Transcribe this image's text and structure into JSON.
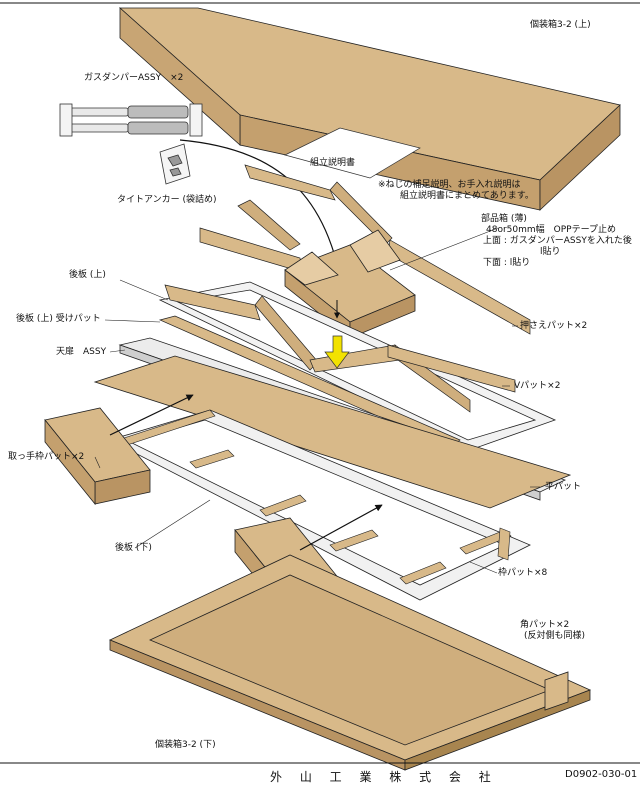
{
  "labels": {
    "box_top": "個装箱3-2 (上)",
    "box_bottom": "個装箱3-2 (下)",
    "manual": "組立説明書",
    "note_line1": "※ねじの補足説明、お手入れ説明は",
    "note_line2": "組立説明書にまとめてあります。",
    "gas_damper": "ガスダンパーASSY　×2",
    "tight_anchor": "タイトアンカー (袋詰め)",
    "parts_box_line1": "部品箱 (薄)",
    "parts_box_line2": "48or50mm幅　OPPテープ止め",
    "parts_box_line3": "上面 : ガスダンパーASSYを入れた後",
    "parts_box_line4": "l貼り",
    "parts_box_line5": "下面 : l貼り",
    "back_plate_upper": "後板 (上)",
    "back_plate_upper_pad": "後板 (上) 受けパット",
    "top_door": "天扉　ASSY",
    "holding_pad": "押さえパット×2",
    "v_pad": "Vパット×2",
    "handle_frame_pad": "取っ手枠パット×2",
    "flat_pad": "平パット",
    "back_plate_lower": "後板 (下)",
    "frame_pad": "枠パット×8",
    "corner_pad_line1": "角パット×2",
    "corner_pad_line2": "(反対側も同様)"
  },
  "footer": {
    "company": "外 山 工 業 株 式 会 社",
    "code": "D0902-030-01"
  },
  "colors": {
    "cardboard": "#d8b989",
    "cardboard_dark": "#c4a06e",
    "cardboard_light": "#e6cca4",
    "frame": "#f2f2f2",
    "line": "#222222",
    "arrow_yellow": "#f2e200"
  }
}
